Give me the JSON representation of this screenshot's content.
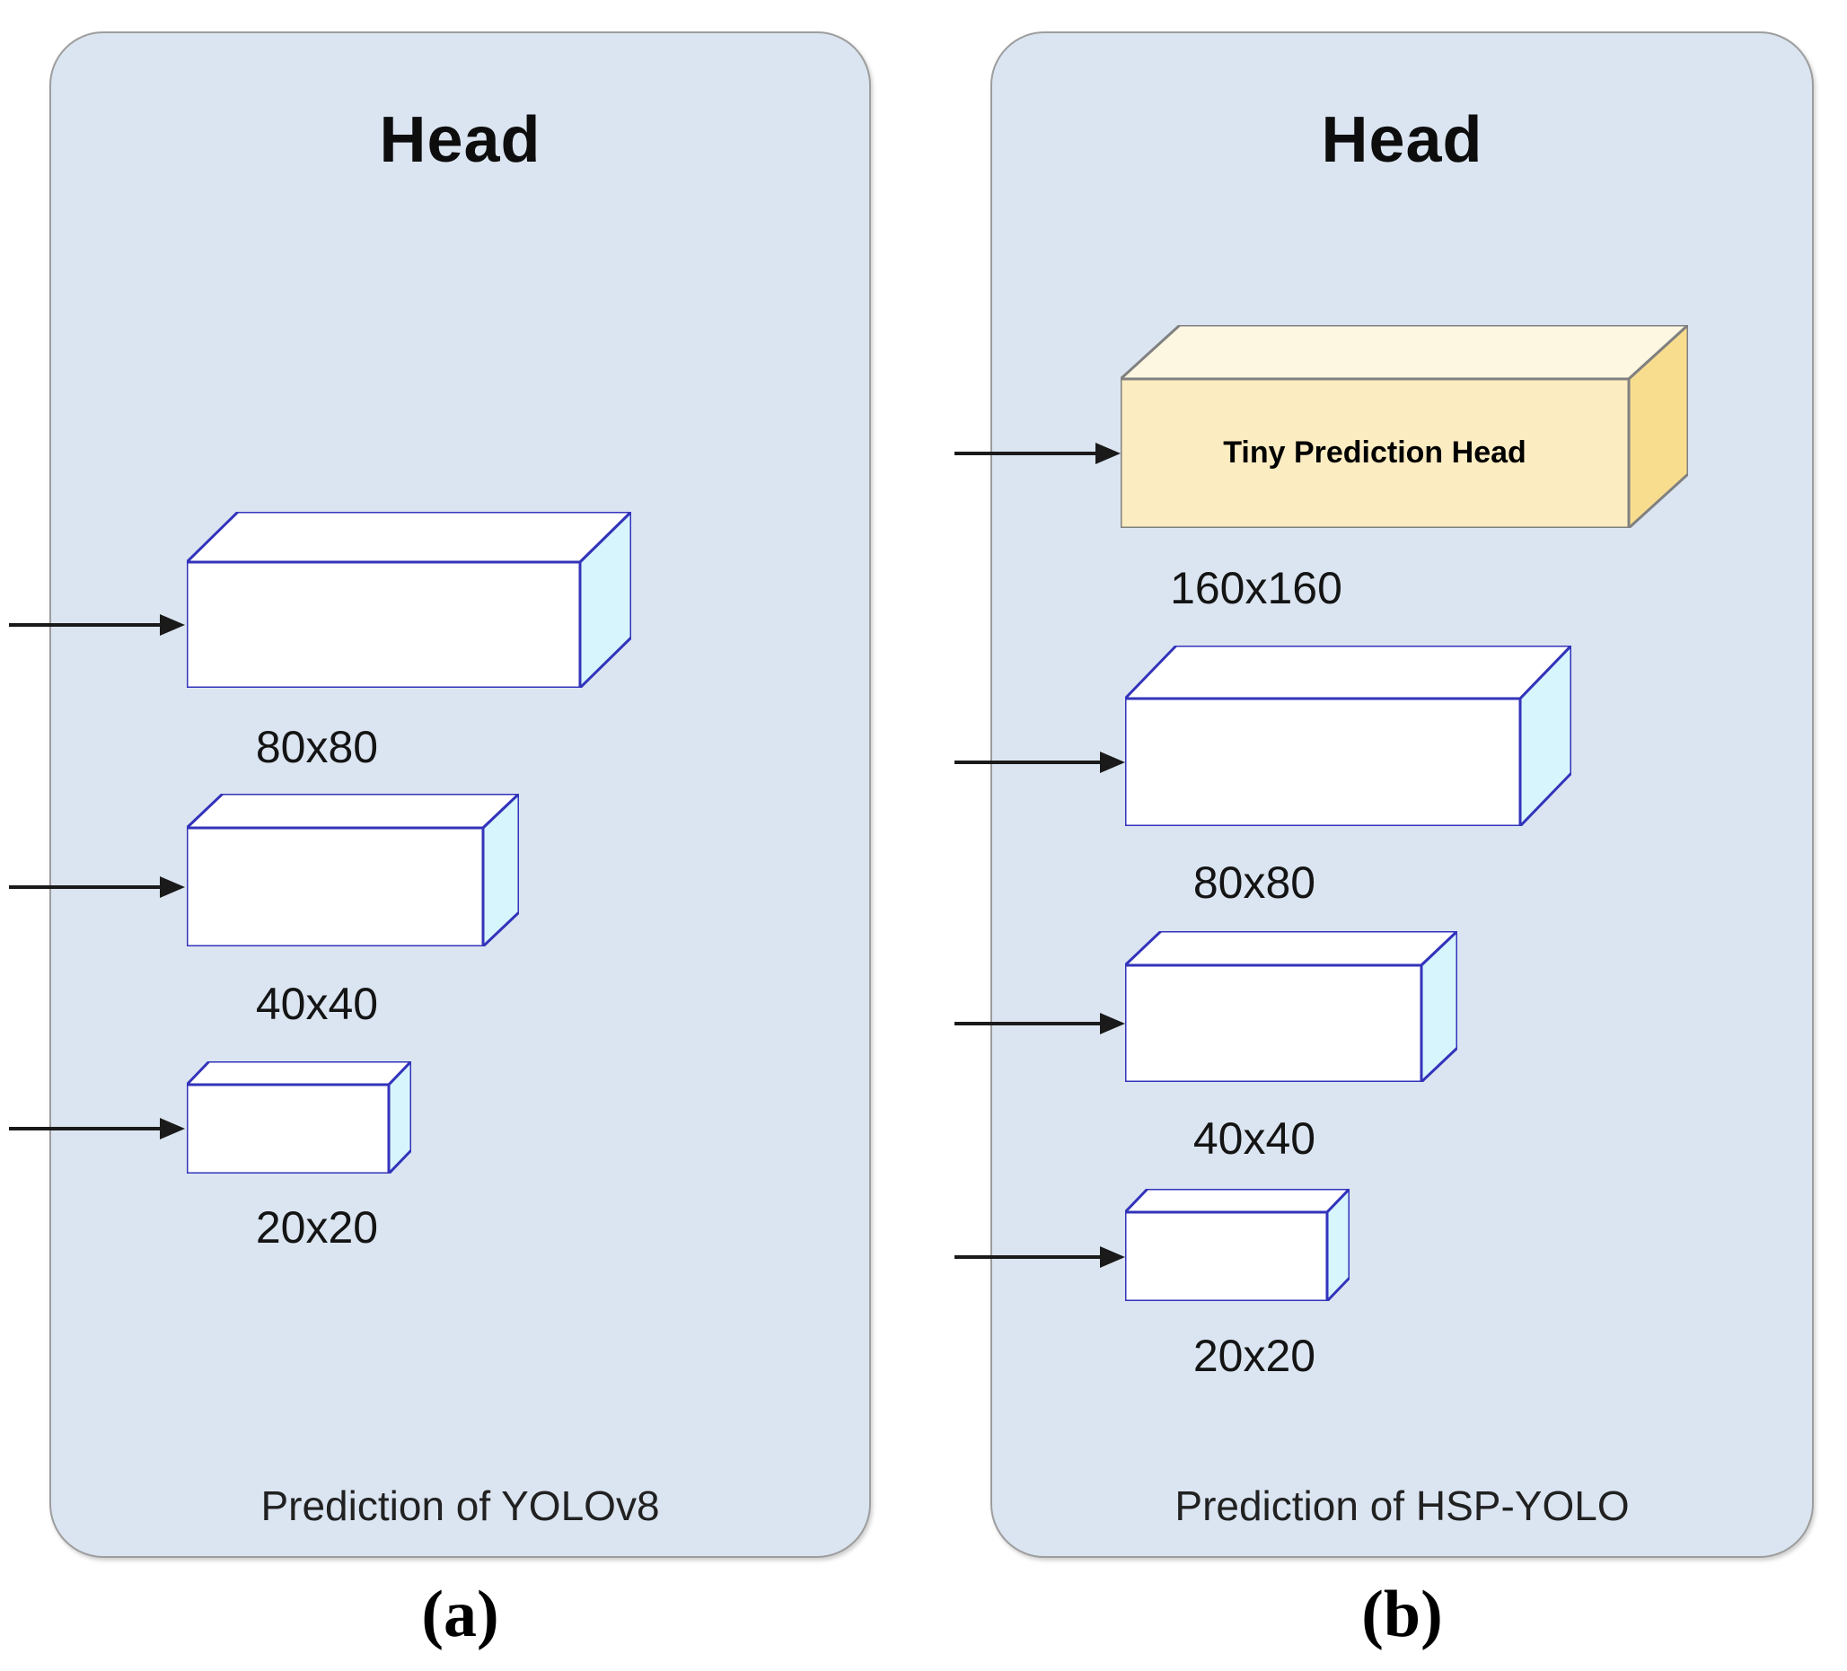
{
  "figure": {
    "panel_a": {
      "title": "Head",
      "boxes": [
        {
          "size_label": "80x80"
        },
        {
          "size_label": "40x40"
        },
        {
          "size_label": "20x20"
        }
      ],
      "caption": "Prediction of YOLOv8",
      "figure_label": "(a)"
    },
    "panel_b": {
      "title": "Head",
      "tiny_head": {
        "name": "Tiny Prediction Head",
        "size_label": "160x160"
      },
      "boxes": [
        {
          "size_label": "80x80"
        },
        {
          "size_label": "40x40"
        },
        {
          "size_label": "20x20"
        }
      ],
      "caption": "Prediction of HSP-YOLO",
      "figure_label": "(b)"
    },
    "colors": {
      "panel_fill": "#dbe5f1",
      "panel_border": "#9d9d9d",
      "box_outline": "#3333bb",
      "box_front": "#ffffff",
      "box_side": "#d6f5fc",
      "tiny_head_front": "#fcecc2",
      "tiny_head_top": "#fdf6e0",
      "tiny_head_side": "#f9dd8f",
      "tiny_head_outline": "#808080",
      "arrow": "#1a1a1a"
    }
  }
}
